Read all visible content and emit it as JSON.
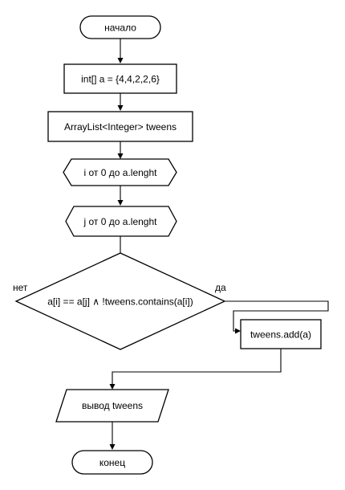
{
  "nodes": {
    "start": "начало",
    "init_array": "int[] a = {4,4,2,2,6}",
    "init_list": "ArrayList<Integer> tweens",
    "loop_i": "i от 0 до a.lenght",
    "loop_j": "j от 0 до a.lenght",
    "condition": "a[i] == a[j] ∧ !tweens.contains(a[i])",
    "add": "tweens.add(a)",
    "output": "вывод tweens",
    "end": "конец"
  },
  "labels": {
    "no": "нет",
    "yes": "да"
  },
  "colors": {
    "stroke": "#000000",
    "fill": "#ffffff"
  }
}
